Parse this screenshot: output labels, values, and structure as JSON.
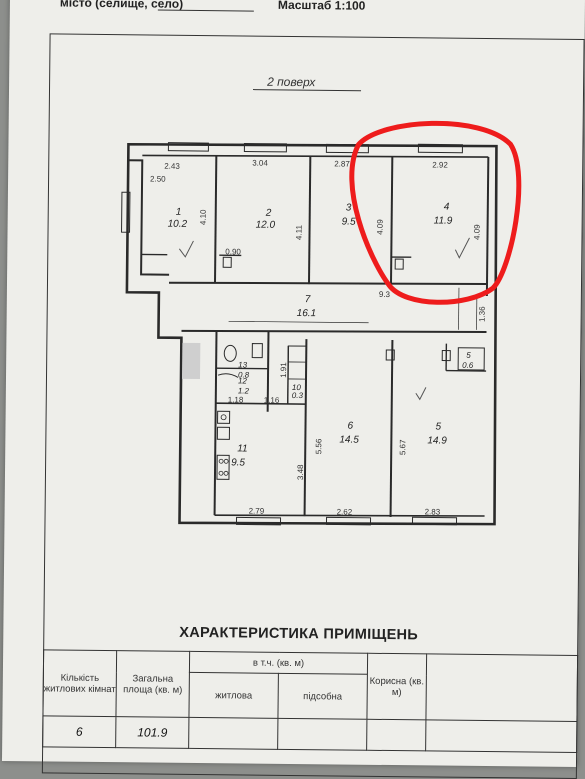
{
  "header": {
    "city_label": "місто (селище, село)",
    "scale_label": "Масштаб 1:100"
  },
  "plan": {
    "floor_title": "2 поверх",
    "rooms": [
      {
        "number": "1",
        "area": "10.2"
      },
      {
        "number": "2",
        "area": "12.0"
      },
      {
        "number": "3",
        "area": "9.5"
      },
      {
        "number": "4",
        "area": "11.9"
      },
      {
        "number": "5",
        "area": "14.9"
      },
      {
        "number": "6",
        "area": "14.5"
      },
      {
        "number": "7",
        "area": "16.1"
      },
      {
        "number": "10",
        "area": "0.3"
      },
      {
        "number": "11",
        "area": "9.5"
      },
      {
        "number": "12",
        "area": "1.2"
      },
      {
        "number": "13",
        "area": "0.8"
      },
      {
        "number": "5",
        "area": "0.6",
        "note": "5a"
      }
    ],
    "dimensions": [
      "2.43",
      "3.04",
      "2.87",
      "2.92",
      "4.10",
      "4.11",
      "4.09",
      "4.09",
      "0.90",
      "9.3",
      "1.36",
      "1.91",
      "1.18",
      "1.16",
      "3.48",
      "5.56",
      "5.67",
      "2.79",
      "2.62",
      "2.83",
      "2.50"
    ],
    "highlight_color": "#ee1c1c"
  },
  "characteristics": {
    "title": "ХАРАКТЕРИСТИКА ПРИМІЩЕНЬ",
    "col_rooms": "Кількість житлових кімнат",
    "col_total": "Загальна площа (кв. м)",
    "col_incl": "в т.ч. (кв. м)",
    "col_living": "житлова",
    "col_aux": "підсобна",
    "col_useful": "Корисна (кв. м)",
    "val_rooms": "6",
    "val_total": "101.9"
  }
}
